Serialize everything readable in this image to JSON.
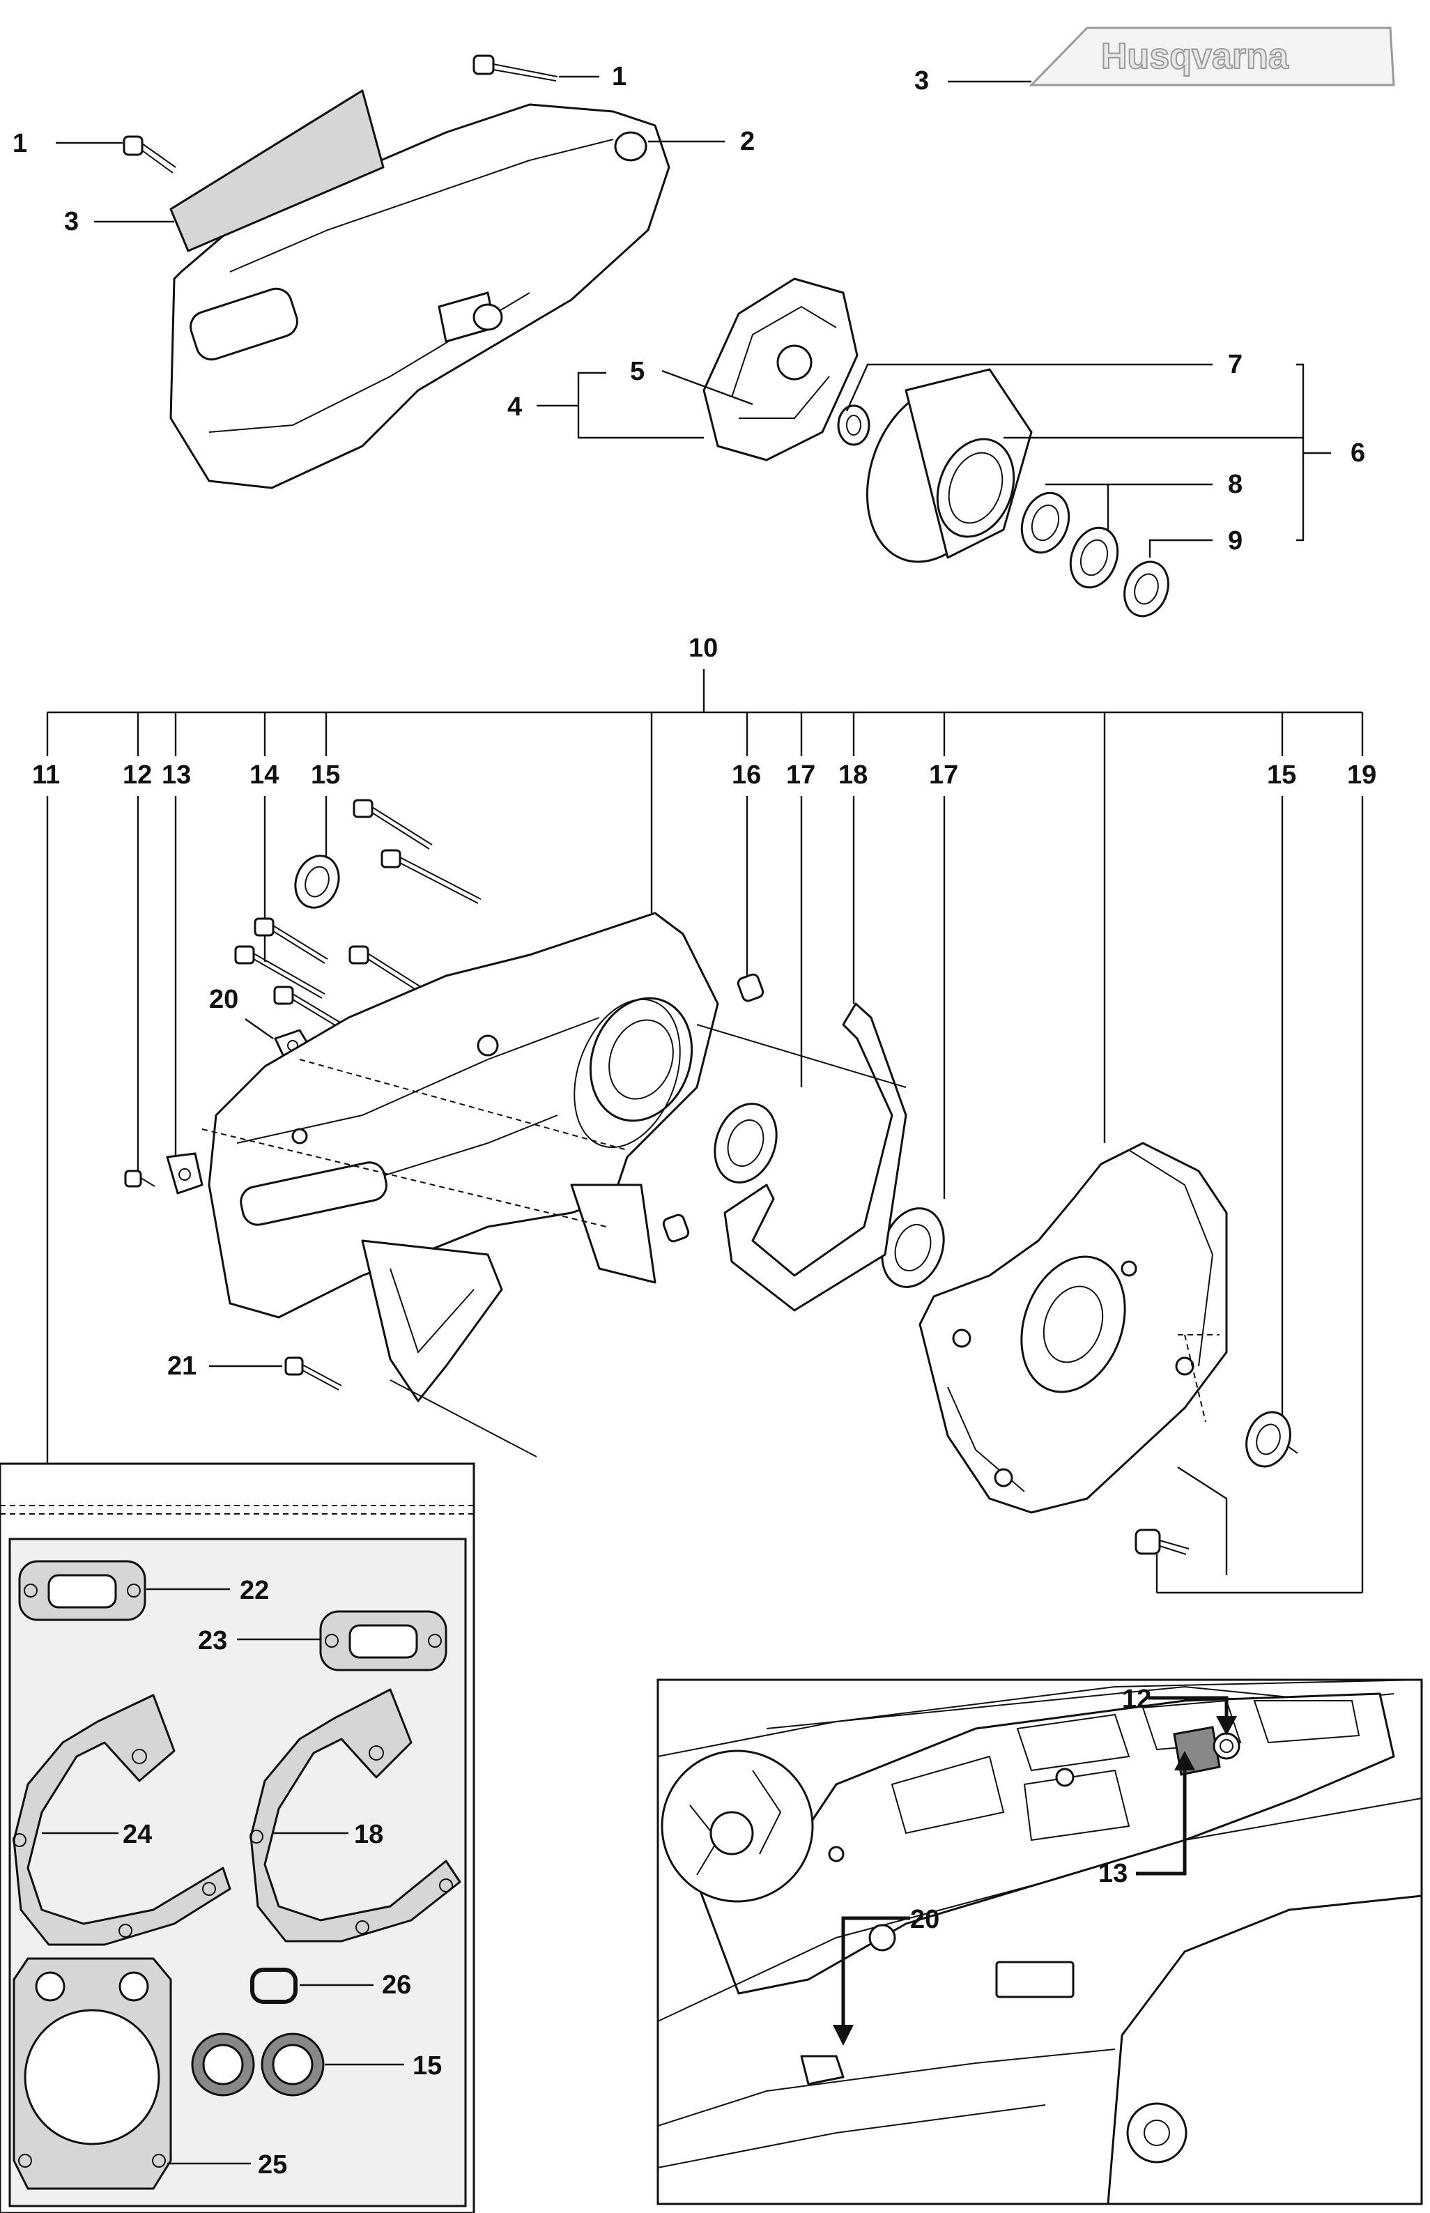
{
  "brand": {
    "logo_text": "Husqvarna"
  },
  "callouts": {
    "c1a": "1",
    "c1b": "1",
    "c2": "2",
    "c3a": "3",
    "c3b": "3",
    "c4": "4",
    "c5": "5",
    "c6": "6",
    "c7": "7",
    "c8": "8",
    "c9": "9",
    "c10": "10",
    "c11": "11",
    "c12": "12",
    "c13": "13",
    "c14": "14",
    "c15a": "15",
    "c15b": "15",
    "c16": "16",
    "c17a": "17",
    "c18": "18",
    "c17b": "17",
    "c19": "19",
    "c20": "20",
    "c21": "21",
    "c22": "22",
    "c23": "23",
    "c24": "24",
    "c18b": "18",
    "c26": "26",
    "c15c": "15",
    "c25": "25",
    "d12": "12",
    "d13": "13",
    "d20": "20"
  },
  "colors": {
    "line": "#111111",
    "shade": "#d6d6d6",
    "panel": "#f2f2f2"
  }
}
